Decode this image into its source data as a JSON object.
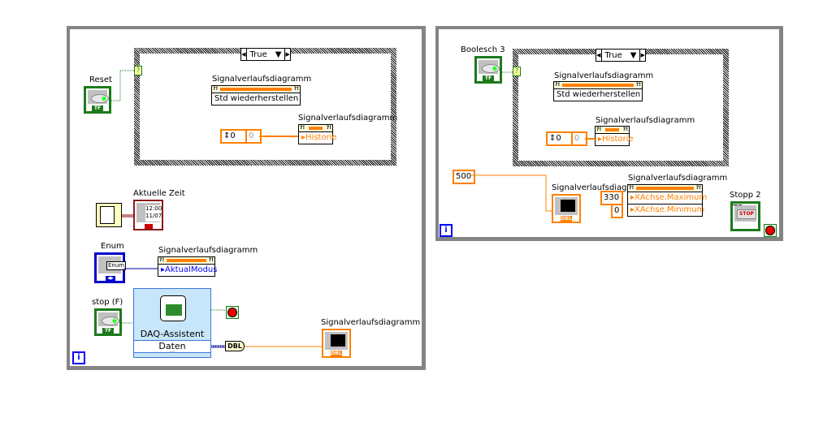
{
  "loop1": {
    "iteration_label": "i",
    "case": {
      "selector_value": "True"
    },
    "reset": {
      "label": "Reset",
      "terminal_type": "TF"
    },
    "prop_std": {
      "label": "Signalverlaufsdiagramm",
      "row": "Std wiederherstellen"
    },
    "prop_hist": {
      "label": "Signalverlaufsdiagramm",
      "row": "Historie"
    },
    "hist_const": {
      "value": "0",
      "array_value": "0"
    },
    "time": {
      "label": "Aktuelle Zeit",
      "display_time": "12:00",
      "display_date": "11/07"
    },
    "enum": {
      "label": "Enum",
      "terminal_text": "Enum"
    },
    "prop_mode": {
      "label": "Signalverlaufsdiagramm",
      "row": "AktualModus"
    },
    "stop": {
      "label": "stop (F)",
      "terminal_type": "TF"
    },
    "daq": {
      "title": "DAQ-Assistent",
      "output": "Daten"
    },
    "dbl_convert": "DBL",
    "chart": {
      "label": "Signalverlaufsdiagramm",
      "type": "DBL"
    }
  },
  "loop2": {
    "iteration_label": "i",
    "case": {
      "selector_value": "True"
    },
    "bool3": {
      "label": "Boolesch 3",
      "terminal_type": "TF"
    },
    "prop_std": {
      "label": "Signalverlaufsdiagramm",
      "row": "Std wiederherstellen"
    },
    "prop_hist": {
      "label": "Signalverlaufsdiagramm",
      "row": "Historie"
    },
    "hist_const": {
      "value": "0",
      "array_value": "0"
    },
    "const_500": "500",
    "chart": {
      "label": "Signalverlaufsdiagramm",
      "type": "DBL"
    },
    "prop_axis": {
      "label": "Signalverlaufsdiagramm",
      "rows": [
        "XAchse.Maximum",
        "XAchse.Minimum"
      ]
    },
    "const_max": "330",
    "const_min": "0",
    "stop2": {
      "label": "Stopp 2",
      "button_text": "STOP",
      "terminal_type": "TF"
    }
  }
}
